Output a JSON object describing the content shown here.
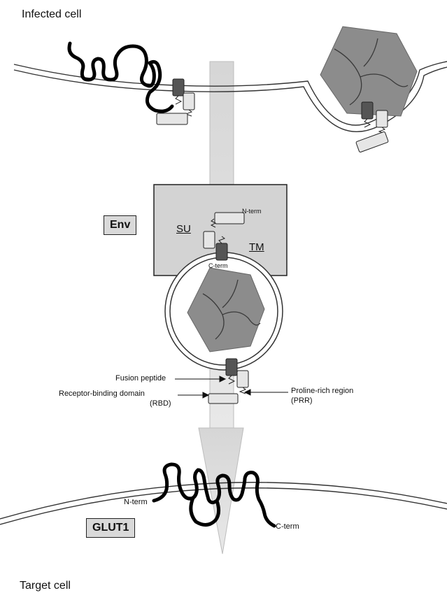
{
  "labels": {
    "infected_cell": "Infected cell",
    "target_cell": "Target cell",
    "env": "Env",
    "su": "SU",
    "tm": "TM",
    "n_term_env": "N-term",
    "c_term_env": "C-term",
    "fusion_peptide": "Fusion peptide",
    "rbd_line1": "Receptor-binding domain",
    "rbd_line2": "(RBD)",
    "prr_line1": "Proline-rich region",
    "prr_line2": "(PRR)",
    "glut1": "GLUT1",
    "n_term_glut1": "N-term",
    "c_term_glut1": "C-term"
  },
  "colors": {
    "membrane_line": "#333333",
    "arrow_fill": "#dcdcdc",
    "env_box_fill": "#d3d3d3",
    "capsid_fill": "#8c8c8c",
    "domain_light": "#e6e6e6",
    "domain_dark": "#555555",
    "protein": "#000000"
  }
}
